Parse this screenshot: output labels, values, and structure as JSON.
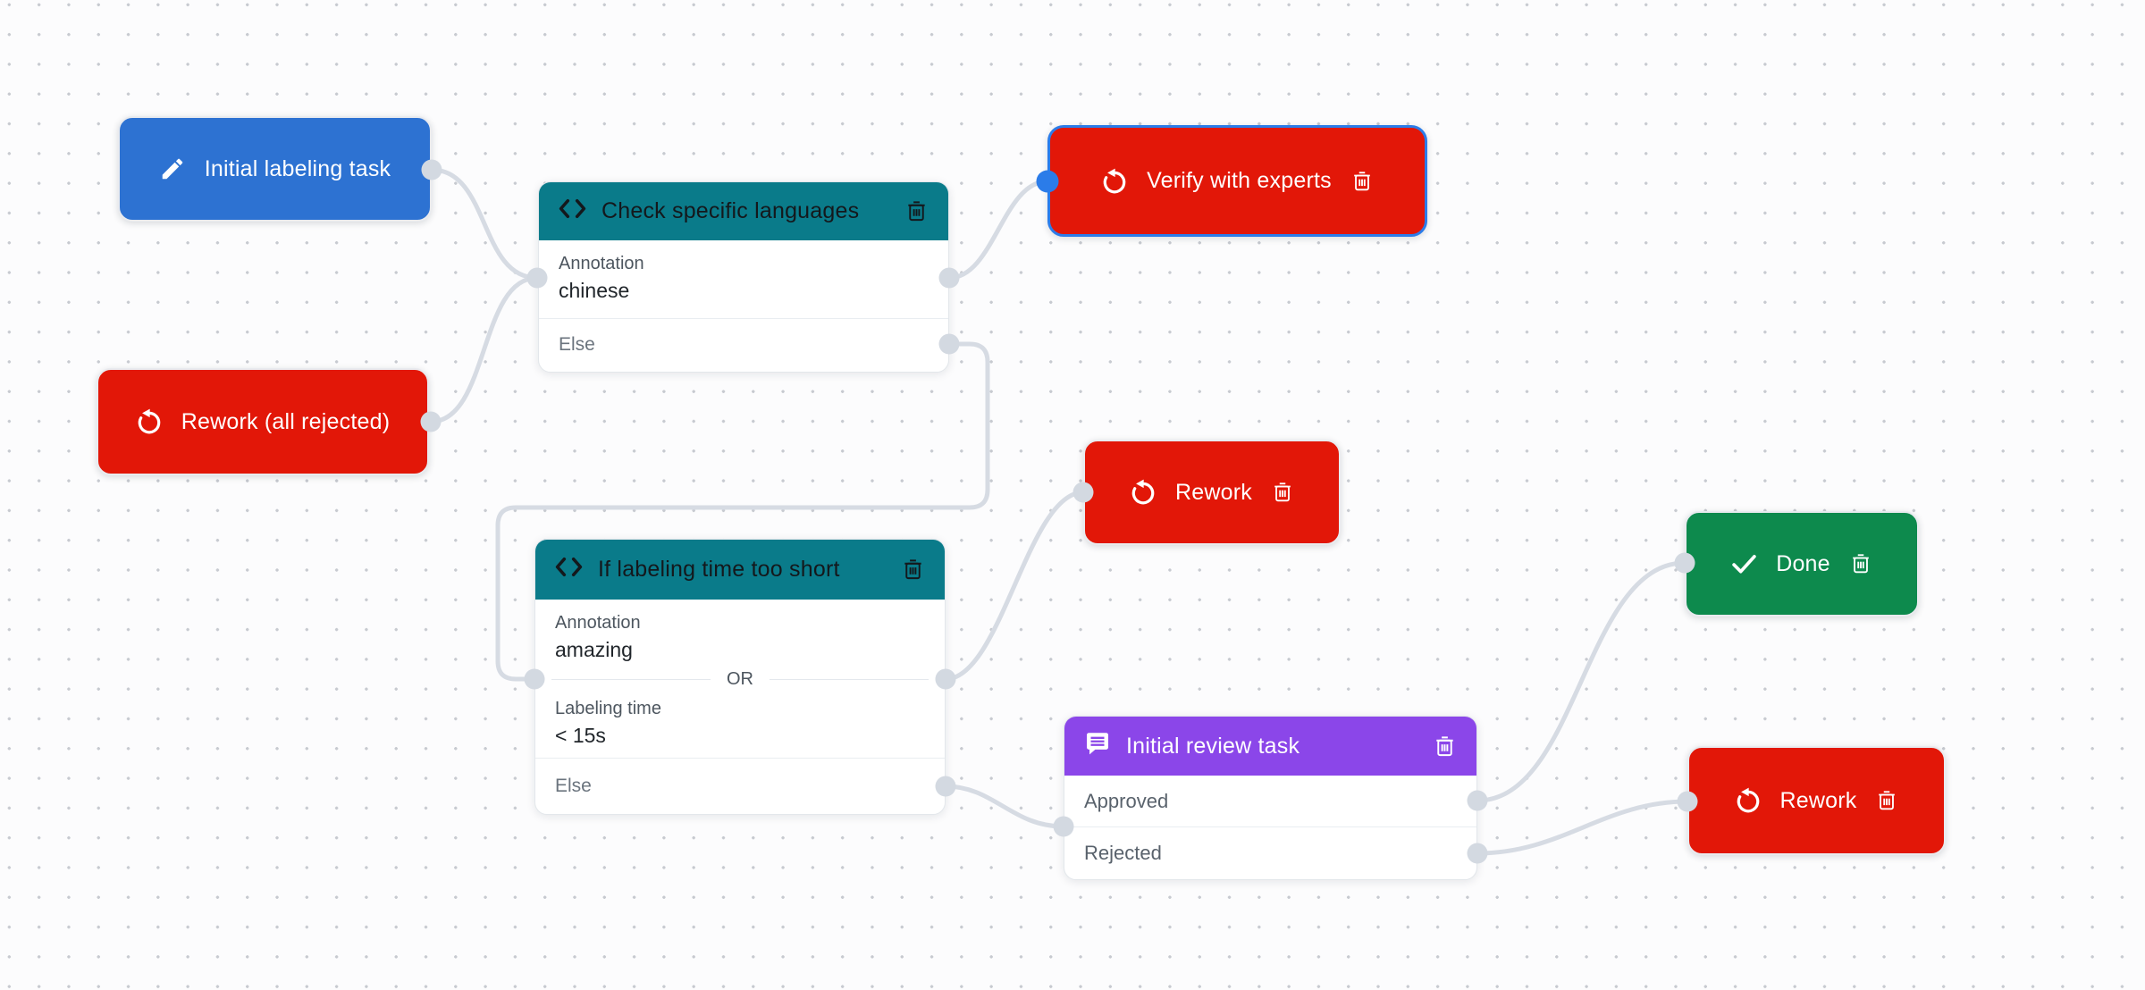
{
  "canvas": {
    "background": "#fcfcfd",
    "grid_dot_color": "#c7cad0",
    "edge_color": "#d6dbe3",
    "selection_color": "#2b7ce9"
  },
  "colors": {
    "blue_node": "#2d72d2",
    "red_node": "#e21708",
    "teal_header": "#0a7b8a",
    "purple_header": "#8b46e9",
    "green_node": "#0d8a4d"
  },
  "nodes": {
    "initial_labeling": {
      "title": "Initial labeling task",
      "icon": "pencil"
    },
    "rework_all": {
      "title": "Rework (all rejected)",
      "icon": "rotate-ccw"
    },
    "check_languages": {
      "title": "Check specific languages",
      "icon": "code",
      "condition_label": "Annotation",
      "condition_value": "chinese",
      "else_label": "Else"
    },
    "verify_experts": {
      "title": "Verify with experts",
      "icon": "rotate-ccw",
      "selected": true
    },
    "if_labeling_time": {
      "title": "If labeling time too short",
      "icon": "code",
      "condition1_label": "Annotation",
      "condition1_value": "amazing",
      "or_label": "OR",
      "condition2_label": "Labeling time",
      "condition2_value": "< 15s",
      "else_label": "Else"
    },
    "rework_mid": {
      "title": "Rework",
      "icon": "rotate-ccw"
    },
    "initial_review": {
      "title": "Initial review task",
      "icon": "comment",
      "output_approved": "Approved",
      "output_rejected": "Rejected"
    },
    "done": {
      "title": "Done",
      "icon": "check"
    },
    "rework_bottom": {
      "title": "Rework",
      "icon": "rotate-ccw"
    }
  },
  "edges": [
    {
      "from": "initial_labeling",
      "to": "check_languages"
    },
    {
      "from": "rework_all",
      "to": "check_languages"
    },
    {
      "from": "check_languages.annotation",
      "to": "verify_experts"
    },
    {
      "from": "check_languages.else",
      "to": "if_labeling_time"
    },
    {
      "from": "if_labeling_time.or",
      "to": "rework_mid"
    },
    {
      "from": "if_labeling_time.else",
      "to": "initial_review"
    },
    {
      "from": "initial_review.approved",
      "to": "done"
    },
    {
      "from": "initial_review.rejected",
      "to": "rework_bottom"
    }
  ]
}
